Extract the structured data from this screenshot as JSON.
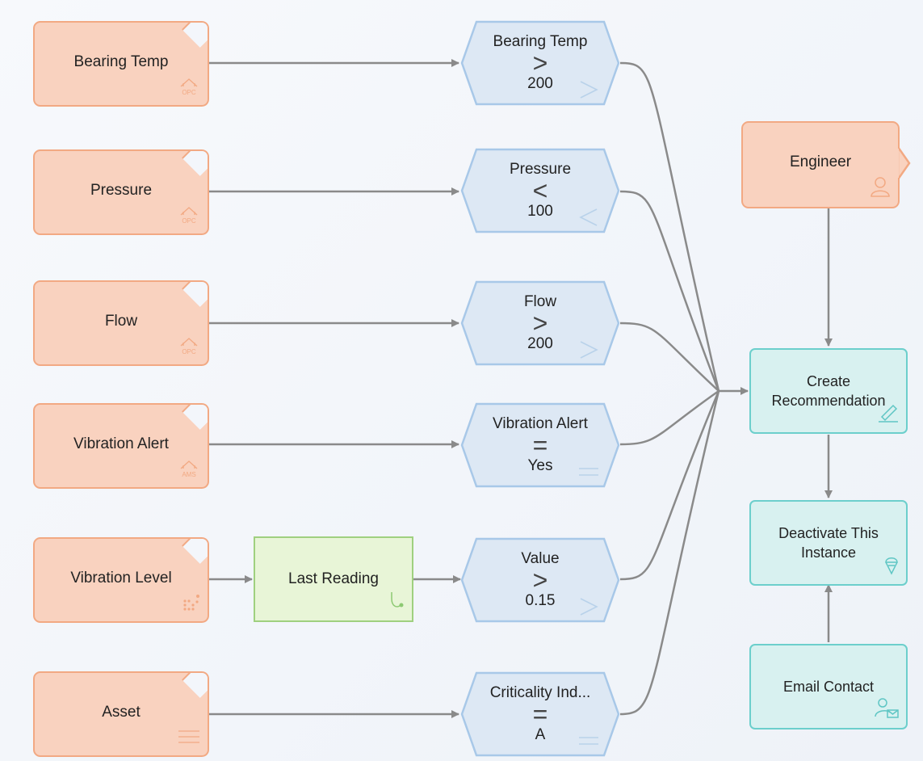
{
  "sources": [
    {
      "label": "Bearing Temp",
      "icon": "opc-icon",
      "icon_text": "OPC"
    },
    {
      "label": "Pressure",
      "icon": "opc-icon",
      "icon_text": "OPC"
    },
    {
      "label": "Flow",
      "icon": "opc-icon",
      "icon_text": "OPC"
    },
    {
      "label": "Vibration Alert",
      "icon": "ams-icon",
      "icon_text": "AMS"
    },
    {
      "label": "Vibration Level",
      "icon": "dots-grid-icon"
    },
    {
      "label": "Asset",
      "icon": "list-lines-icon"
    }
  ],
  "calculation": {
    "label": "Last Reading",
    "icon": "curve-icon"
  },
  "conditions": [
    {
      "title": "Bearing Temp",
      "operator": ">",
      "value": "200"
    },
    {
      "title": "Pressure",
      "operator": "<",
      "value": "100"
    },
    {
      "title": "Flow",
      "operator": ">",
      "value": "200"
    },
    {
      "title": "Vibration Alert",
      "operator": "=",
      "value": "Yes"
    },
    {
      "title": "Value",
      "operator": ">",
      "value": "0.15"
    },
    {
      "title": "Criticality Ind...",
      "operator": "=",
      "value": "A"
    }
  ],
  "actions": {
    "engineer": {
      "label": "Engineer",
      "icon": "person-icon"
    },
    "create": {
      "label": "Create Recommendation",
      "icon": "pen-icon"
    },
    "deactivate": {
      "label": "Deactivate This Instance",
      "icon": "ice-cream-icon"
    },
    "email": {
      "label": "Email Contact",
      "icon": "person-mail-icon"
    }
  },
  "colors": {
    "source_fill": "#f9d2bf",
    "source_border": "#f2a983",
    "condition_fill": "#dde8f4",
    "condition_border": "#a8c8e8",
    "calc_fill": "#e8f5d7",
    "calc_border": "#9fd07f",
    "action_fill": "#d8f1f0",
    "action_border": "#6ccfcc",
    "link": "#8a8a8a"
  }
}
